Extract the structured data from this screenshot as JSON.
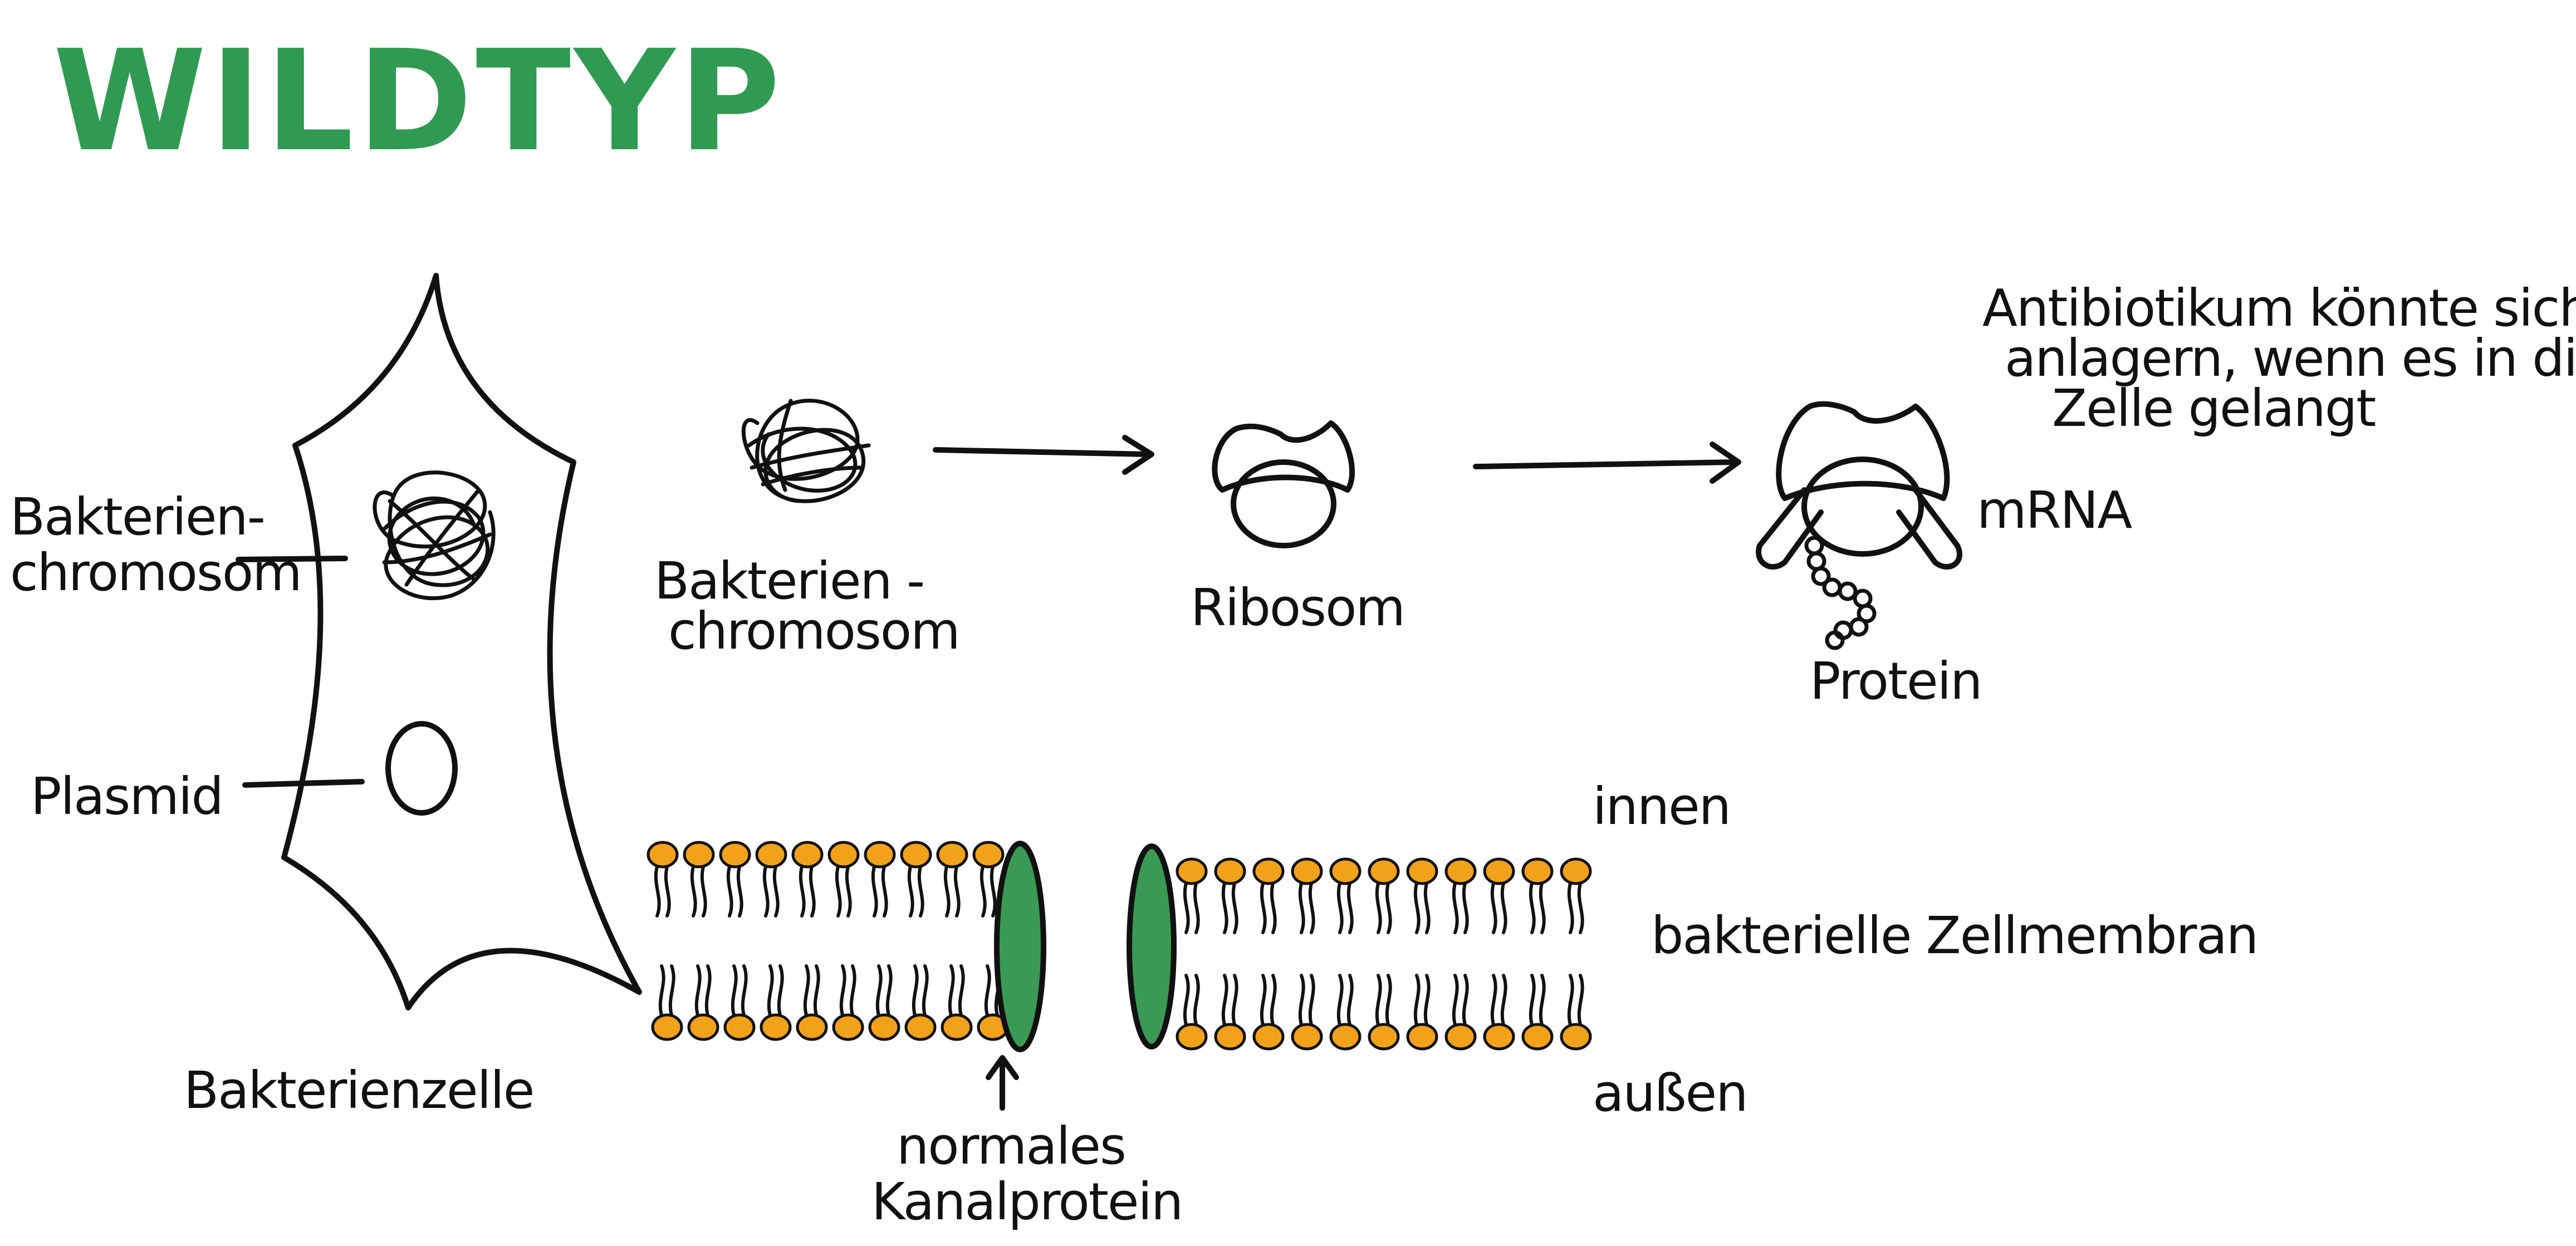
{
  "title": "WILDTYP",
  "colors": {
    "title": "#2f9a51",
    "lipid_head": "#f2a21a",
    "channel_protein": "#3a9a55",
    "ink": "#111111"
  },
  "cell": {
    "label": "Bakterienzelle",
    "chromosome_label_line1": "Bakterien-",
    "chromosome_label_line2": "chromosom",
    "plasmid_label": "Plasmid"
  },
  "pathway": {
    "chromosome_label_line1": "Bakterien -",
    "chromosome_label_line2": "chromosom",
    "ribosome_label": "Ribosom",
    "mrna_label": "mRNA",
    "protein_label": "Protein"
  },
  "antibiotic_note": {
    "line1": "Antibiotikum könnte sich",
    "line2": "anlagern, wenn es in die",
    "line3": "Zelle gelangt"
  },
  "membrane": {
    "inside_label": "innen",
    "name_label": "bakterielle  Zellmembran",
    "outside_label": "außen",
    "channel_label_line1": "normales",
    "channel_label_line2": "Kanalprotein"
  }
}
